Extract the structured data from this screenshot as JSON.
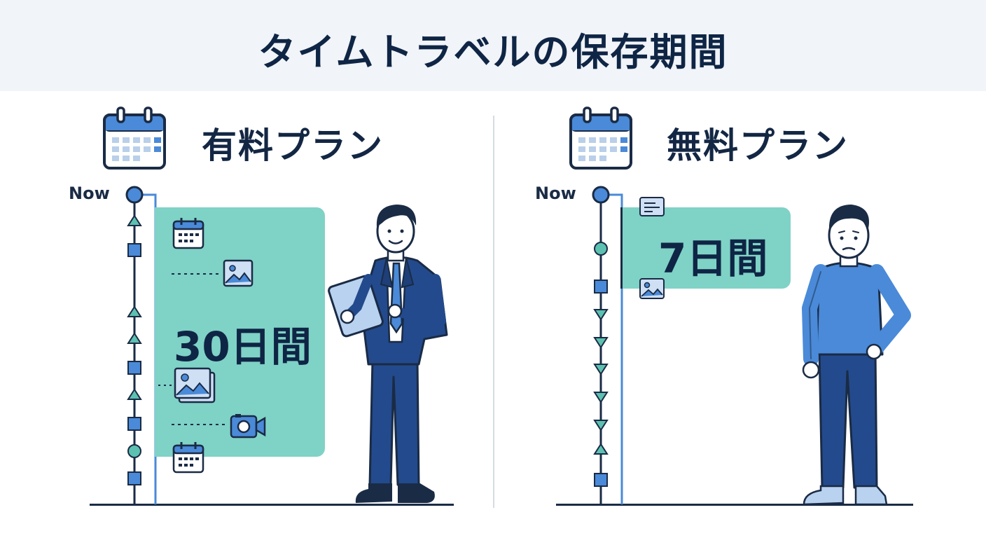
{
  "header": {
    "title": "タイムトラベルの保存期間"
  },
  "paid": {
    "plan_title": "有料プラン",
    "now_label": "Now",
    "period": "30日間"
  },
  "free": {
    "plan_title": "無料プラン",
    "now_label": "Now",
    "period": "7日間"
  },
  "colors": {
    "navy": "#1a2b45",
    "blue": "#4a8ad8",
    "teal": "#7fd2c6",
    "teal_dark": "#5cc1b0",
    "header_bg": "#f1f4f8",
    "divider": "#d5dbe3"
  },
  "icons": {
    "calendar": "calendar-icon",
    "image": "image-icon",
    "video": "video-camera-icon",
    "note": "note-icon"
  }
}
